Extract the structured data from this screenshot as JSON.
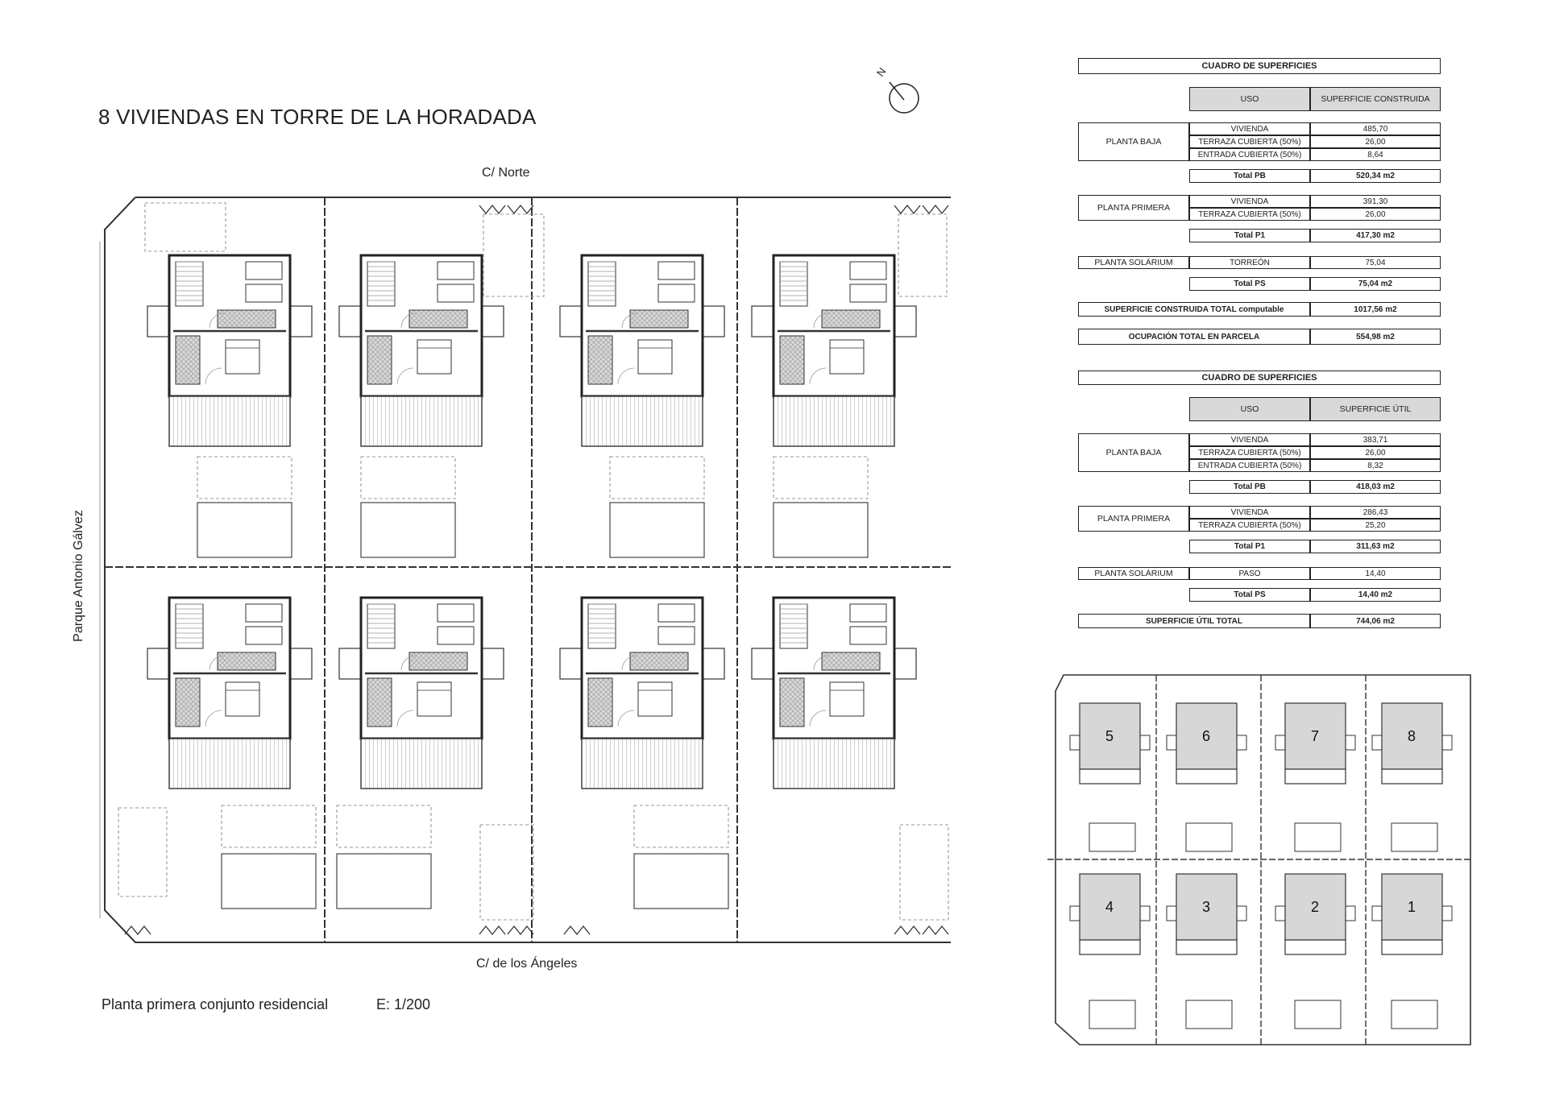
{
  "title": "8 VIVIENDAS EN TORRE DE LA HORADADA",
  "streets": {
    "north": "C/ Norte",
    "south": "C/ de los Ángeles",
    "west": "Parque Antonio Gálvez"
  },
  "north_arrow": "N",
  "caption": "Planta primera conjunto residencial",
  "scale": "E: 1/200",
  "table_construida": {
    "title": "CUADRO DE SUPERFICIES",
    "col_uso": "USO",
    "col_sup": "SUPERFICIE CONSTRUIDA",
    "pb_label": "PLANTA BAJA",
    "pb_rows": [
      {
        "uso": "VIVIENDA",
        "sup": "485,70"
      },
      {
        "uso": "TERRAZA CUBIERTA (50%)",
        "sup": "26,00"
      },
      {
        "uso": "ENTRADA CUBIERTA (50%)",
        "sup": "8,64"
      }
    ],
    "pb_total_label": "Total PB",
    "pb_total": "520,34 m2",
    "p1_label": "PLANTA PRIMERA",
    "p1_rows": [
      {
        "uso": "VIVIENDA",
        "sup": "391,30"
      },
      {
        "uso": "TERRAZA CUBIERTA (50%)",
        "sup": "26,00"
      }
    ],
    "p1_total_label": "Total P1",
    "p1_total": "417,30 m2",
    "ps_label": "PLANTA SOLÁRIUM",
    "ps_rows": [
      {
        "uso": "TORREÓN",
        "sup": "75,04"
      }
    ],
    "ps_total_label": "Total PS",
    "ps_total": "75,04 m2",
    "total_label": "SUPERFICIE CONSTRUIDA TOTAL computable",
    "total": "1017,56 m2",
    "ocupacion_label": "OCUPACIÓN TOTAL EN PARCELA",
    "ocupacion": "554,98 m2"
  },
  "table_util": {
    "title": "CUADRO DE SUPERFICIES",
    "col_uso": "USO",
    "col_sup": "SUPERFICIE ÚTIL",
    "pb_label": "PLANTA BAJA",
    "pb_rows": [
      {
        "uso": "VIVIENDA",
        "sup": "383,71"
      },
      {
        "uso": "TERRAZA CUBIERTA (50%)",
        "sup": "26,00"
      },
      {
        "uso": "ENTRADA CUBIERTA (50%)",
        "sup": "8,32"
      }
    ],
    "pb_total_label": "Total PB",
    "pb_total": "418,03 m2",
    "p1_label": "PLANTA PRIMERA",
    "p1_rows": [
      {
        "uso": "VIVIENDA",
        "sup": "286,43"
      },
      {
        "uso": "TERRAZA CUBIERTA (50%)",
        "sup": "25,20"
      }
    ],
    "p1_total_label": "Total P1",
    "p1_total": "311,63 m2",
    "ps_label": "PLANTA SOLÁRIUM",
    "ps_rows": [
      {
        "uso": "PASO",
        "sup": "14,40"
      }
    ],
    "ps_total_label": "Total PS",
    "ps_total": "14,40 m2",
    "total_label": "SUPERFICIE ÚTIL TOTAL",
    "total": "744,06 m2"
  },
  "key_plan": {
    "top_row": [
      "5",
      "6",
      "7",
      "8"
    ],
    "bottom_row": [
      "4",
      "3",
      "2",
      "1"
    ]
  }
}
